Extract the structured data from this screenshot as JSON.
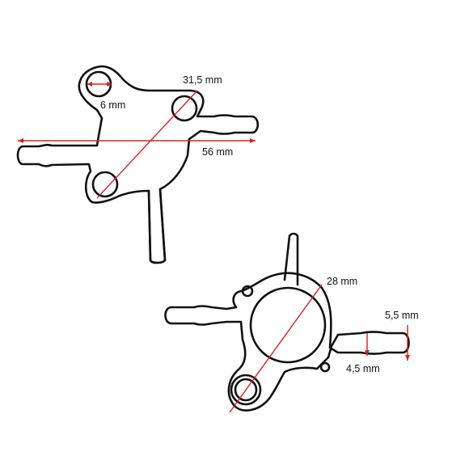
{
  "colors": {
    "outline": "#111111",
    "dimension": "#d9201f",
    "background": "#ffffff"
  },
  "top_part": {
    "hole_diameter_label": "6 mm",
    "hole_spacing_label": "31,5 mm",
    "total_length_label": "56 mm"
  },
  "bottom_part": {
    "center_bore_label": "28 mm",
    "nozzle_tip_label": "5,5 mm",
    "nozzle_base_label": "4,5 mm"
  }
}
